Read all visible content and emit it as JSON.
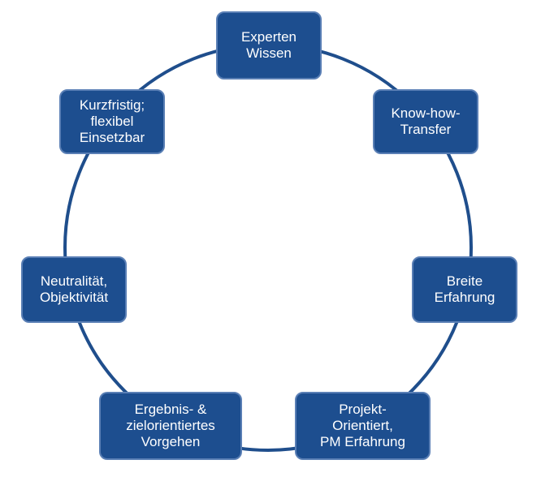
{
  "diagram": {
    "ring_color": "#1f4e8c",
    "box_color": "#1d4e8f",
    "box_border_color": "#5a7fb5",
    "text_color": "#ffffff",
    "nodes": [
      {
        "text": "Experten\nWissen"
      },
      {
        "text": "Know-how-\nTransfer"
      },
      {
        "text": "Breite\nErfahrung"
      },
      {
        "text": "Projekt-\nOrientiert,\nPM Erfahrung"
      },
      {
        "text": "Ergebnis- &\nzielorientiertes\nVorgehen"
      },
      {
        "text": "Neutralität,\nObjektivität"
      },
      {
        "text": "Kurzfristig;\nflexibel\nEinsetzbar"
      }
    ]
  }
}
